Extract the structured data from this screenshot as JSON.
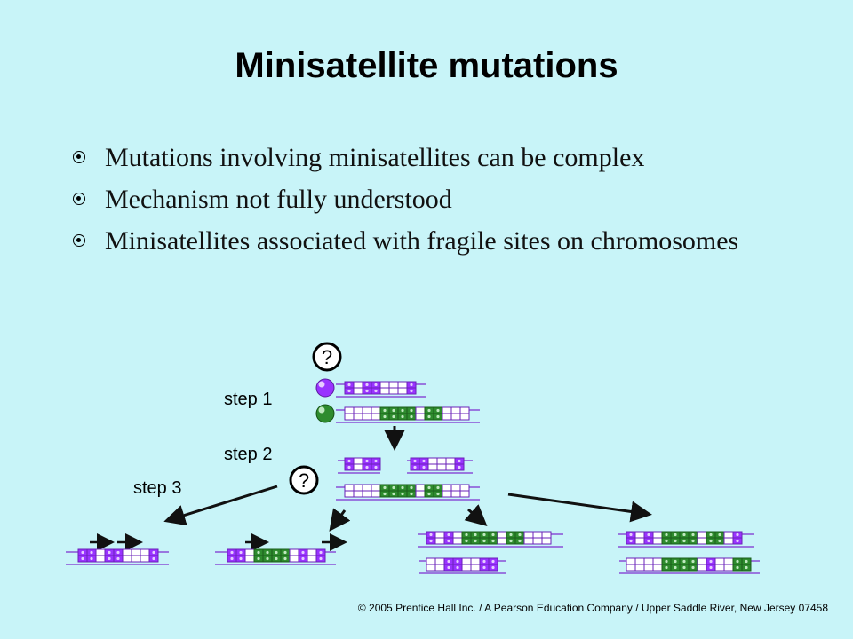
{
  "title": "Minisatellite mutations",
  "bullets": [
    "Mutations involving minisatellites can be complex",
    "Mechanism not fully understood",
    "Minisatellites associated with fragile sites on chromosomes"
  ],
  "diagram": {
    "step_labels": [
      "step 1",
      "step 2",
      "step 3"
    ],
    "question_mark": "?",
    "colors": {
      "purple": "#9933ff",
      "green": "#2e8b2e",
      "white": "#ffffff",
      "arrow": "#111111"
    }
  },
  "footer": "© 2005 Prentice Hall Inc. / A Pearson Education Company / Upper Saddle River, New Jersey 07458"
}
